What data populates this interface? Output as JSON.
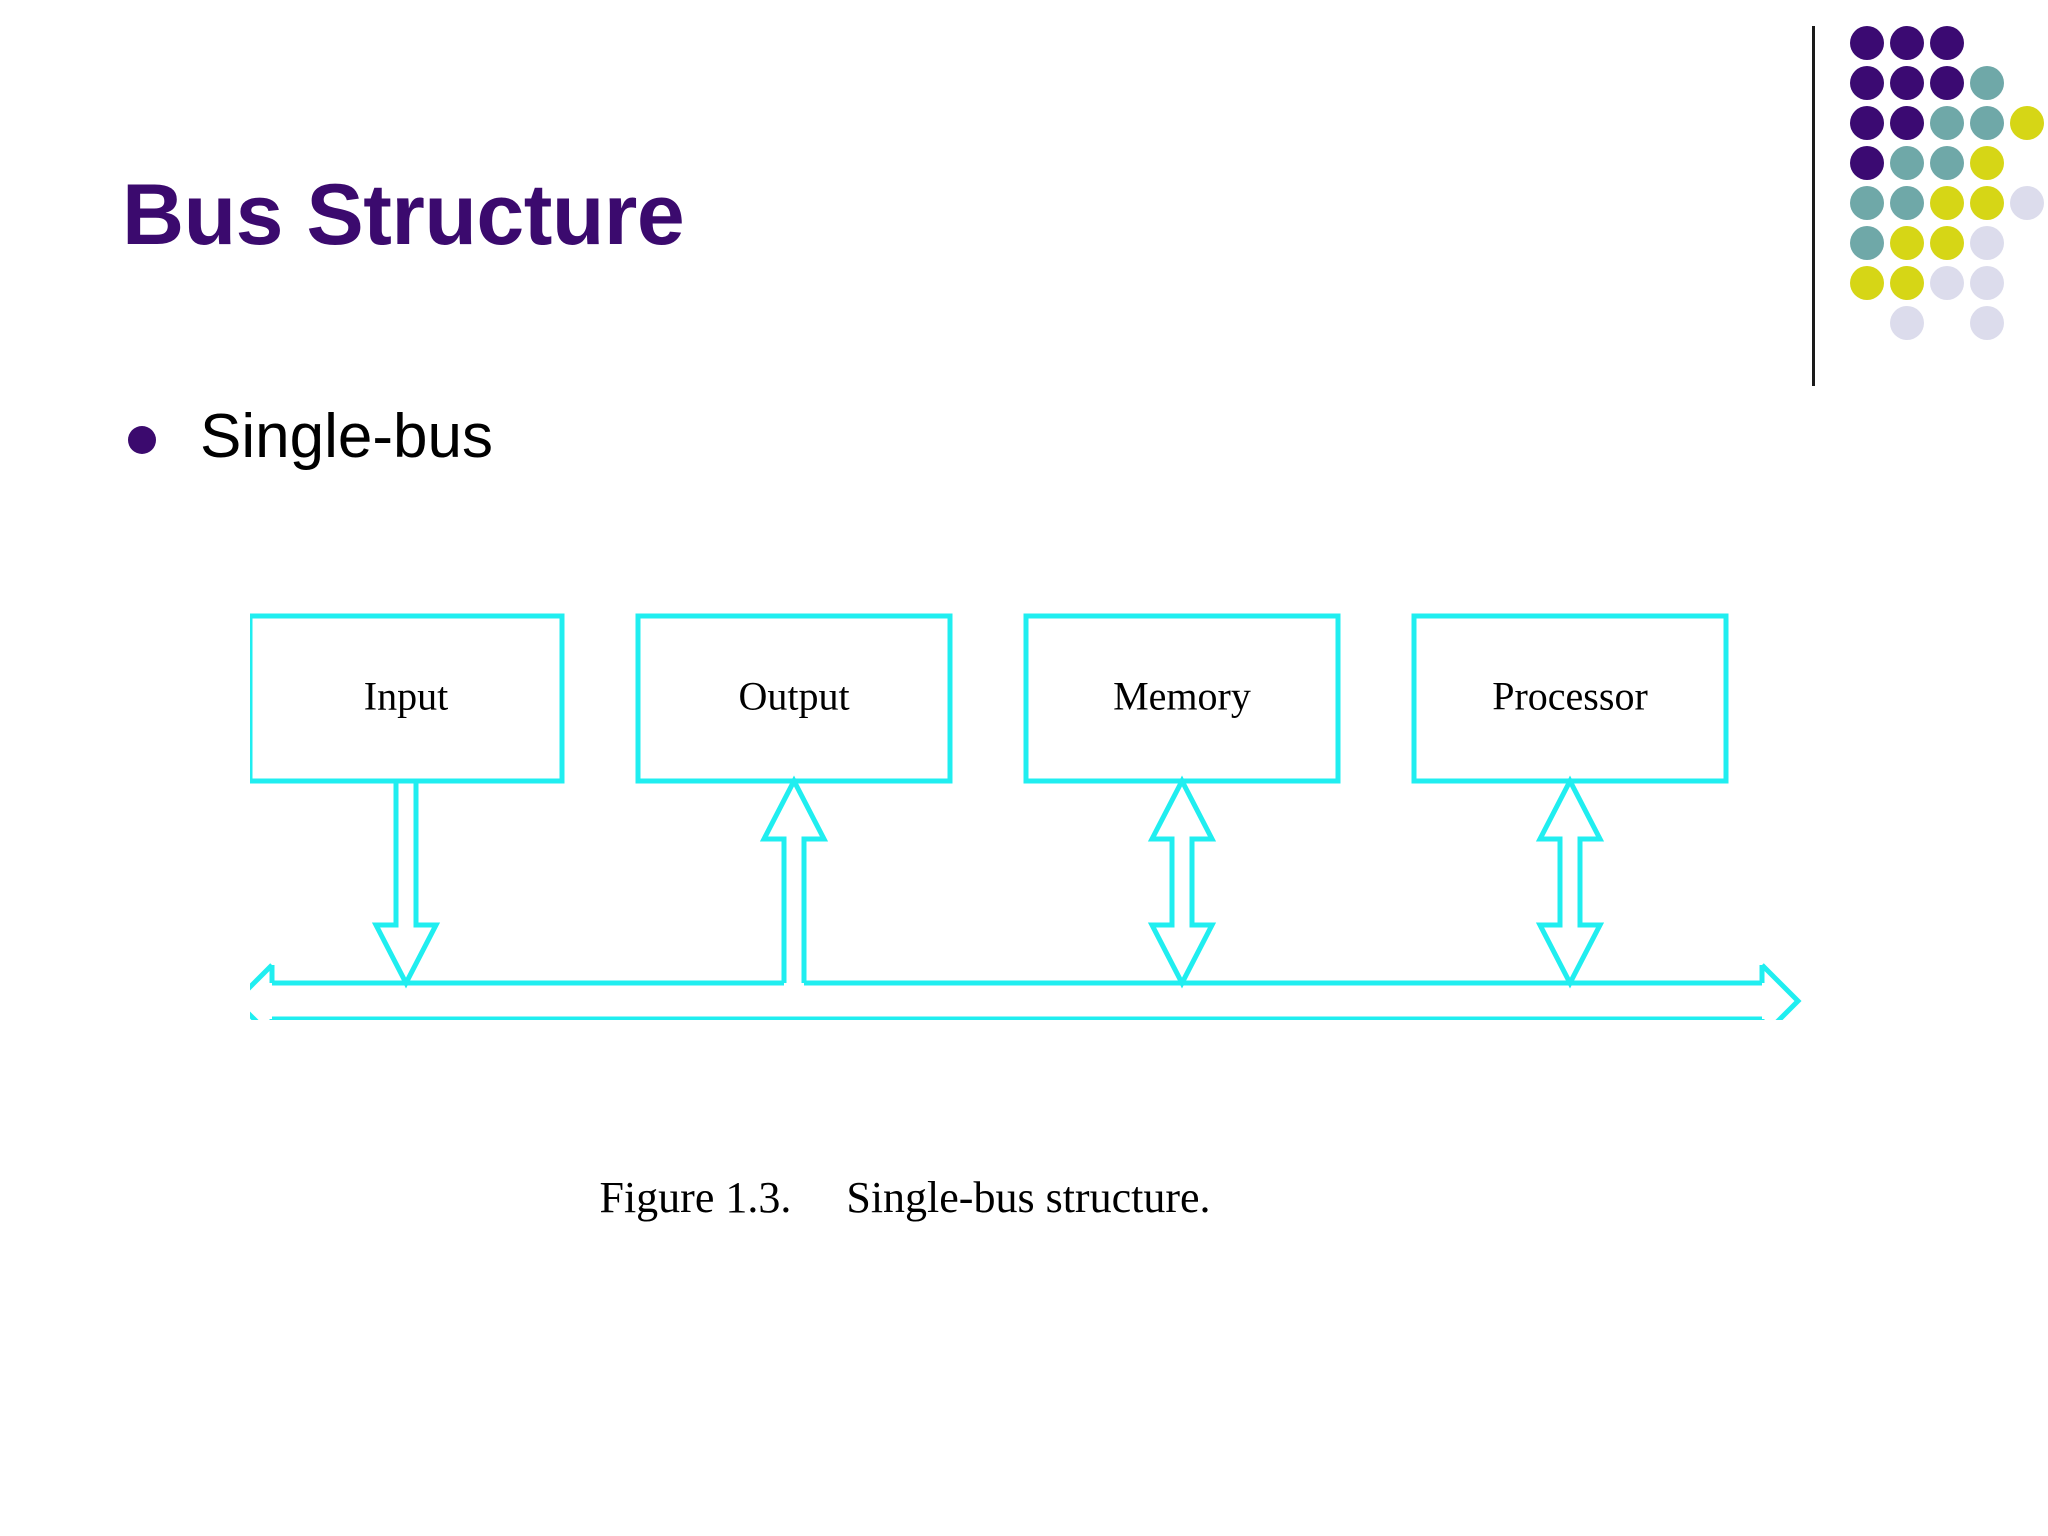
{
  "slide": {
    "title": "Bus Structure",
    "background_color": "#ffffff",
    "title_color": "#3b0a6e"
  },
  "bullets": [
    {
      "marker": "bullet-dot",
      "text": "Single-bus"
    }
  ],
  "decoration": {
    "name": "dot-grid",
    "rule_color": "#1a1a1a",
    "colors": {
      "purple": "#3b0a72",
      "teal": "#6fa8a8",
      "yellow": "#d6d616",
      "lavender": "#dcdcec"
    },
    "rows": [
      [
        "purple",
        "purple",
        "purple"
      ],
      [
        "purple",
        "purple",
        "purple",
        "teal"
      ],
      [
        "purple",
        "purple",
        "teal",
        "teal",
        "yellow"
      ],
      [
        "purple",
        "teal",
        "teal",
        "yellow"
      ],
      [
        "teal",
        "teal",
        "yellow",
        "yellow",
        "lavender"
      ],
      [
        "teal",
        "yellow",
        "yellow",
        "lavender"
      ],
      [
        "yellow",
        "yellow",
        "lavender",
        "lavender"
      ],
      [
        "",
        "lavender",
        "",
        "lavender"
      ]
    ]
  },
  "figure": {
    "line_color": "#20eef0",
    "boxes": [
      {
        "label": "Input",
        "link": "down"
      },
      {
        "label": "Output",
        "link": "up"
      },
      {
        "label": "Memory",
        "link": "both"
      },
      {
        "label": "Processor",
        "link": "both"
      }
    ],
    "bus": {
      "name": "single-bus",
      "left_arrow": "left",
      "right_arrow": "right"
    },
    "caption": "Figure 1.3.     Single-bus structure."
  }
}
